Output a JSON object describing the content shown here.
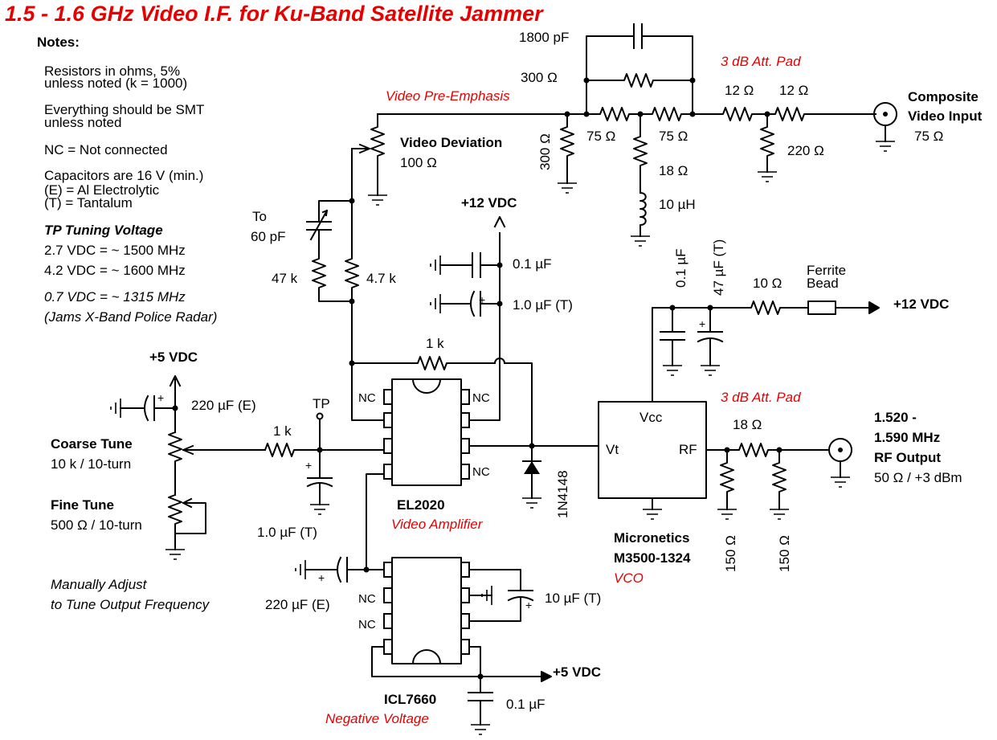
{
  "title": "1.5 - 1.6 GHz Video I.F. for Ku-Band Satellite Jammer",
  "notes": {
    "heading": "Notes:",
    "resistors": [
      "Resistors in ohms, 5%",
      "unless noted (k = 1000)"
    ],
    "smt": [
      "Everything should be SMT",
      "unless noted"
    ],
    "nc": "NC = Not connected",
    "capacitors": [
      "Capacitors are 16 V (min.)",
      "(E) = Al Electrolytic",
      "(T) = Tantalum"
    ],
    "tp_heading": "TP Tuning Voltage",
    "tp_lines": [
      "2.7 VDC = ~ 1500 MHz",
      "4.2 VDC = ~ 1600 MHz"
    ],
    "tp_italic": [
      "0.7 VDC = ~ 1315 MHz",
      "(Jams X-Band Police Radar)"
    ]
  },
  "preemphasis": {
    "c1800": "1800 pF",
    "r300": "300 Ω",
    "label": "Video Pre-Emphasis",
    "r300v": "300 Ω",
    "r75a": "75 Ω",
    "r75b": "75 Ω",
    "r18": "18 Ω",
    "l10": "10 µH"
  },
  "attpad_in": {
    "label": "3 dB Att. Pad",
    "r12a": "12 Ω",
    "r12b": "12 Ω",
    "r220": "220 Ω"
  },
  "composite": {
    "name": [
      "Composite",
      "Video Input"
    ],
    "imp": "75 Ω"
  },
  "deviation": {
    "name": "Video Deviation",
    "value": "100 Ω"
  },
  "trim": {
    "cap": [
      "To",
      "60 pF"
    ],
    "r47k": "47 k",
    "r47": "4.7 k"
  },
  "supply12": {
    "label": "+12 VDC",
    "c01": "0.1 µF",
    "c10": "1.0 µF (T)"
  },
  "feedback": {
    "r1k": "1 k"
  },
  "vco_supply": {
    "c01": "0.1 µF",
    "c47": "47 µF (T)",
    "r10": "10 Ω",
    "bead": [
      "Ferrite",
      "Bead"
    ],
    "label": "+12 VDC"
  },
  "supply5": {
    "label": "+5 VDC",
    "c220": "220 µF (E)"
  },
  "tp": "TP",
  "coarse": {
    "name": "Coarse Tune",
    "value": "10 k / 10-turn"
  },
  "fine": {
    "name": "Fine Tune",
    "value": "500 Ω / 10-turn"
  },
  "manual": [
    "Manually Adjust",
    "to Tune Output Frequency"
  ],
  "tune": {
    "r1k": "1 k",
    "c1": "1.0 µF (T)"
  },
  "el2020": {
    "name": "EL2020",
    "desc": "Video Amplifier",
    "nc": "NC"
  },
  "diode": "1N4148",
  "vco": {
    "vcc": "Vcc",
    "vt": "Vt",
    "rf": "RF",
    "maker": "Micronetics",
    "part": "M3500-1324",
    "desc": "VCO"
  },
  "attpad_out": {
    "label": "3 dB Att. Pad",
    "r18": "18 Ω",
    "r150a": "150 Ω",
    "r150b": "150 Ω"
  },
  "rfout": {
    "l1": "1.520 -",
    "l2": "1.590 MHz",
    "l3": "RF Output",
    "l4": "50 Ω / +3 dBm"
  },
  "icl": {
    "name": "ICL7660",
    "desc": "Negative Voltage",
    "c220": "220 µF (E)",
    "c10": "10 µF (T)",
    "out": "+5 VDC",
    "c01": "0.1 µF",
    "nc": "NC"
  }
}
